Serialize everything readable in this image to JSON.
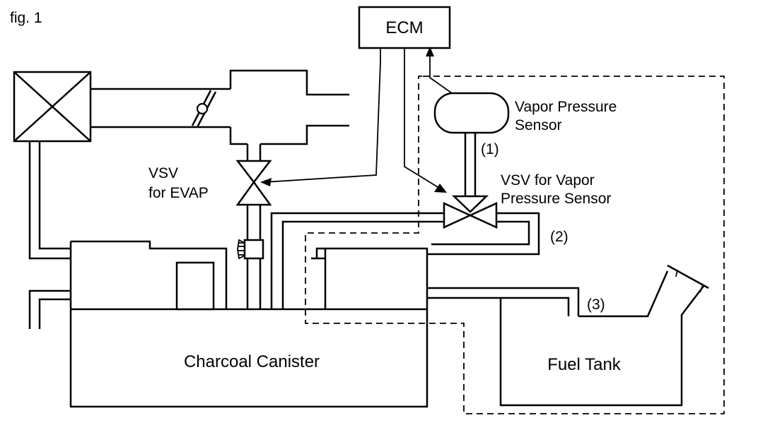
{
  "figure": {
    "label": "fig. 1"
  },
  "components": {
    "ecm": "ECM",
    "vapor_pressure_sensor": [
      "Vapor Pressure",
      "Sensor"
    ],
    "vsv_for_evap": [
      "VSV",
      "for EVAP"
    ],
    "vsv_for_vapor_pressure_sensor": [
      "VSV for Vapor",
      "Pressure Sensor"
    ],
    "charcoal_canister": "Charcoal Canister",
    "fuel_tank": "Fuel Tank"
  },
  "hose_labels": [
    "(1)",
    "(2)",
    "(3)"
  ]
}
